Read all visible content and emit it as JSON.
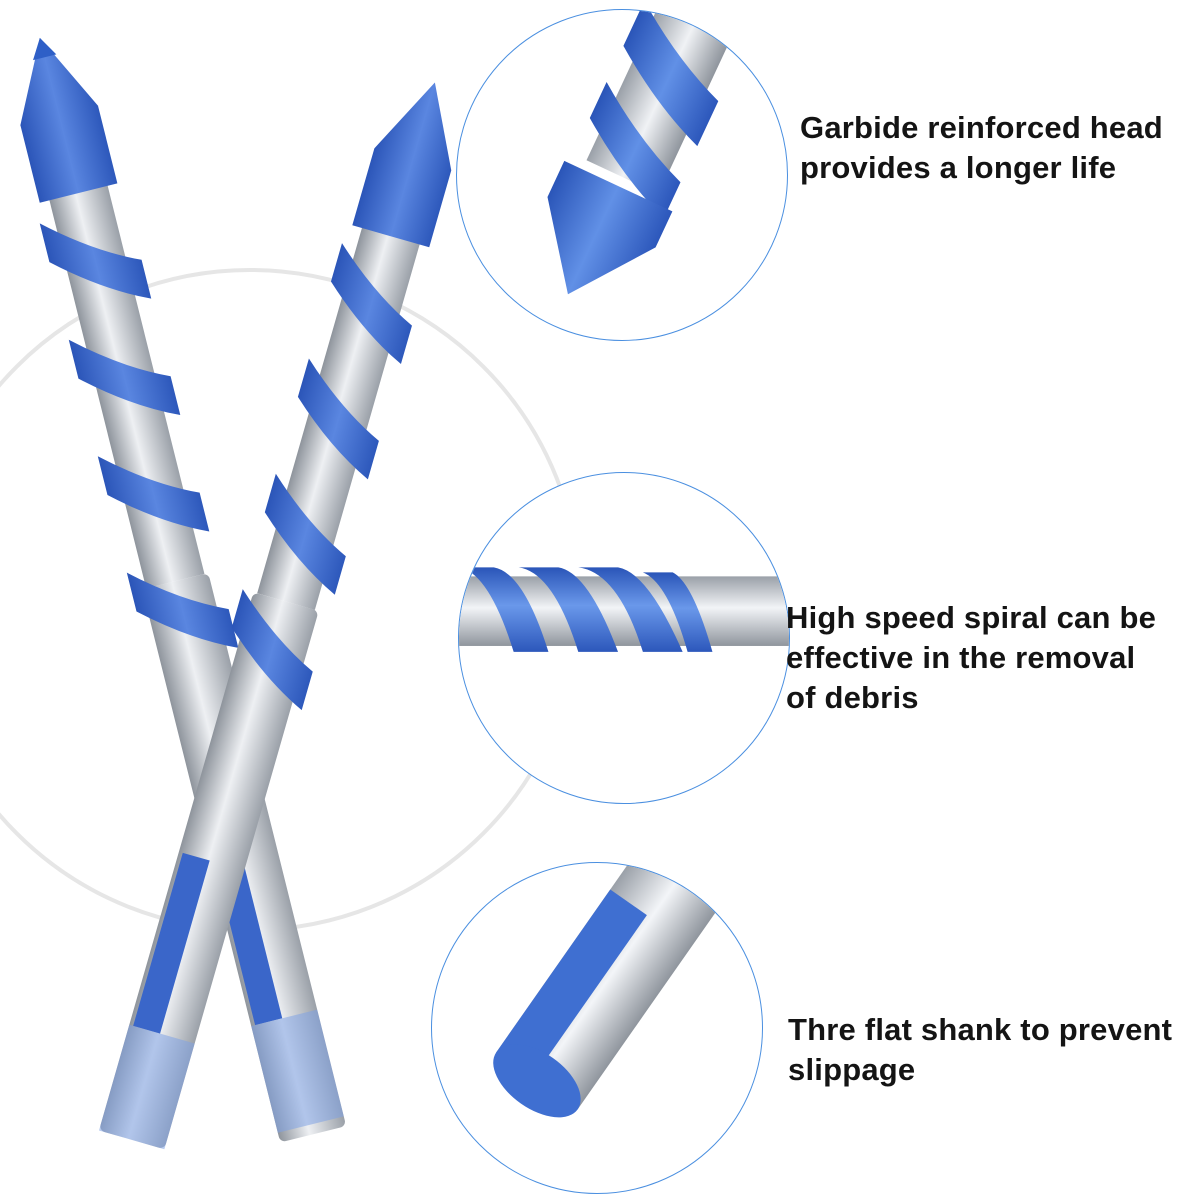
{
  "colors": {
    "accent_blue": "#3f6fd1",
    "steel": "#c9ced6",
    "ring_border": "#4a8fe0",
    "text": "#141414"
  },
  "features": [
    {
      "icon": "drill-tip-closeup-icon",
      "lines": [
        "Garbide reinforced head",
        "provides a longer life"
      ]
    },
    {
      "icon": "drill-spiral-closeup-icon",
      "lines": [
        "High speed spiral can be",
        "effective in the removal",
        "of debris"
      ]
    },
    {
      "icon": "drill-shank-closeup-icon",
      "lines": [
        "Thre flat shank to prevent",
        "slippage"
      ]
    }
  ]
}
